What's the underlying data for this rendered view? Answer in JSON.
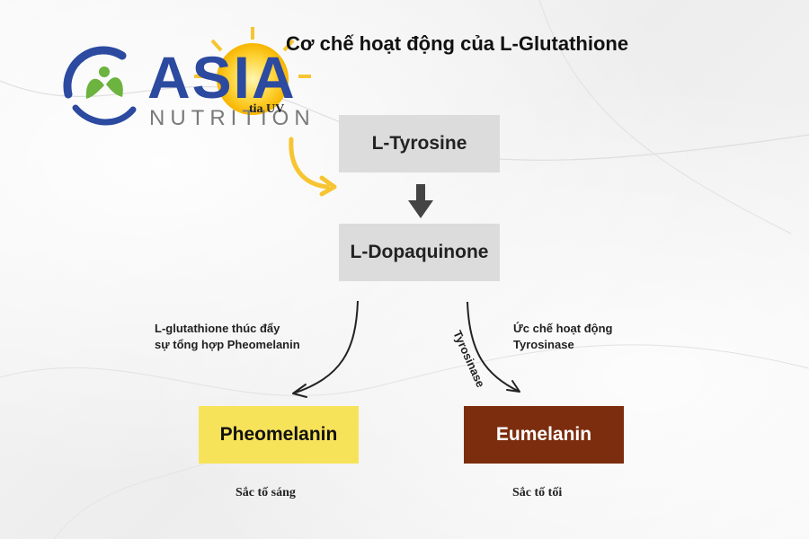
{
  "logo": {
    "brand": "ASIA",
    "sub": "NUTRITION",
    "uv_label": "tia UV"
  },
  "title": "Cơ chế hoạt động của L-Glutathione",
  "nodes": {
    "tyrosine": "L-Tyrosine",
    "dopaquinone": "L-Dopaquinone",
    "pheomelanin": "Pheomelanin",
    "eumelanin": "Eumelanin"
  },
  "notes": {
    "left_line1": "L-glutathione thúc đẩy",
    "left_line2": "sự tổng hợp Pheomelanin",
    "right_line1": "Ức chế hoạt động",
    "right_line2": "Tyrosinase",
    "curve_label": "Tyrosinase"
  },
  "captions": {
    "pheomelanin": "Sắc tố sáng",
    "eumelanin": "Sắc tố tối"
  },
  "colors": {
    "brand_blue": "#2b4aa0",
    "gray_box": "#dcdcdc",
    "pheomelanin": "#f7e35a",
    "eumelanin": "#7c2d0e"
  }
}
